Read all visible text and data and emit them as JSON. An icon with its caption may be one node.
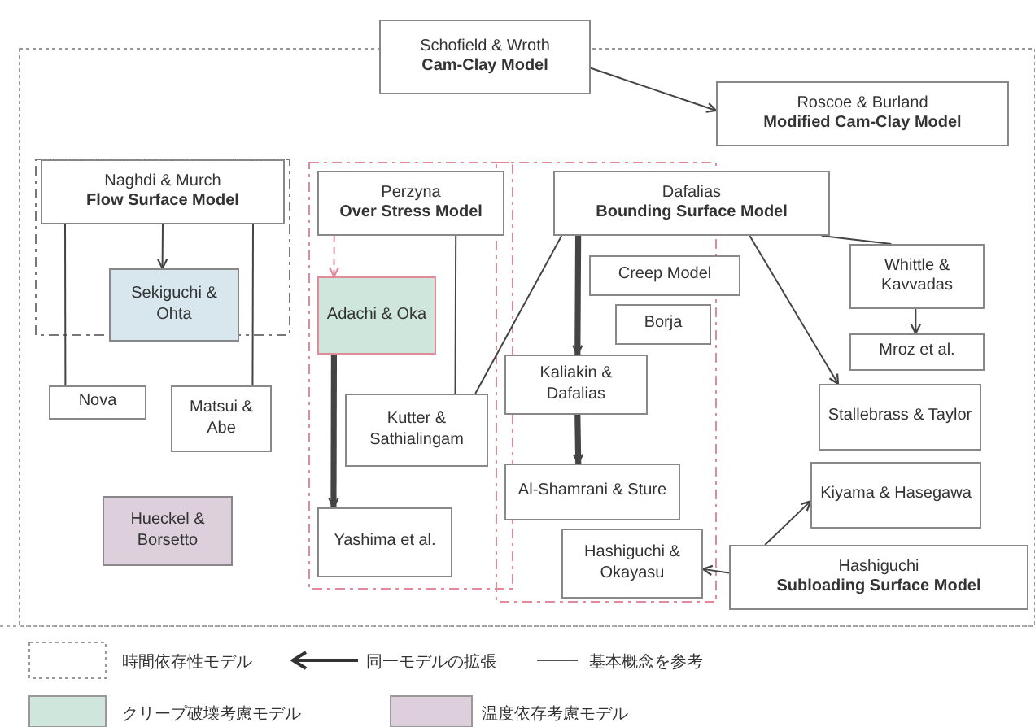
{
  "diagram": {
    "nodes": [
      {
        "text": [
          "Schofield & Wroth",
          "Cam-Clay Model"
        ]
      },
      {
        "text": [
          "Roscoe & Burland",
          "Modified Cam-Clay Model"
        ]
      },
      {
        "text": [
          "Naghdi & Murch",
          "Flow Surface Model"
        ]
      },
      {
        "text": [
          "Sekiguchi & Ohta"
        ]
      },
      {
        "text": [
          "Nova"
        ]
      },
      {
        "text": [
          "Matsui & Abe"
        ]
      },
      {
        "text": [
          "Hueckel & Borsetto"
        ]
      },
      {
        "text": [
          "Perzyna",
          "Over Stress Model"
        ]
      },
      {
        "text": [
          "Adachi & Oka"
        ]
      },
      {
        "text": [
          "Kutter & Sathialingam"
        ]
      },
      {
        "text": [
          "Yashima et al."
        ]
      },
      {
        "text": [
          "Dafalias",
          "Bounding Surface Model"
        ]
      },
      {
        "text": [
          "Creep Model"
        ]
      },
      {
        "text": [
          "Borja"
        ]
      },
      {
        "text": [
          "Kaliakin & Dafalias"
        ]
      },
      {
        "text": [
          "Al-Shamrani & Sture"
        ]
      },
      {
        "text": [
          "Hashiguchi & Okayasu"
        ]
      },
      {
        "text": [
          "Whittle & Kavvadas"
        ]
      },
      {
        "text": [
          "Mroz et al."
        ]
      },
      {
        "text": [
          "Stallebrass & Taylor"
        ]
      },
      {
        "text": [
          "Kiyama & Hasegawa"
        ]
      },
      {
        "text": [
          "Hashiguchi",
          "Subloading Surface Model"
        ]
      }
    ],
    "edges": [
      {
        "from": 0,
        "to": 1,
        "arrow": "to"
      },
      {
        "from": 2,
        "to": 3,
        "arrow": "to"
      },
      {
        "from": 2,
        "to": 4,
        "arrow": "none"
      },
      {
        "from": 2,
        "to": 5,
        "arrow": "none"
      },
      {
        "from": 7,
        "to": 8,
        "arrow": "to",
        "style": "dashed",
        "color": "#e08a9a"
      },
      {
        "from": 8,
        "to": 10,
        "arrow": "to",
        "style": "thick"
      },
      {
        "from": 7,
        "to": 9,
        "arrow": "none"
      },
      {
        "from": 11,
        "to": 9,
        "arrow": "none"
      },
      {
        "from": 11,
        "to": 14,
        "arrow": "to",
        "style": "thick"
      },
      {
        "from": 14,
        "to": 15,
        "arrow": "to",
        "style": "thick"
      },
      {
        "from": 11,
        "to": 17,
        "arrow": "none"
      },
      {
        "from": 17,
        "to": 18,
        "arrow": "to"
      },
      {
        "from": 11,
        "to": 19,
        "arrow": "to"
      },
      {
        "from": 21,
        "to": 20,
        "arrow": "to"
      },
      {
        "from": 21,
        "to": 16,
        "arrow": "to"
      }
    ],
    "legend": [
      {
        "text": "時間依存性モデル"
      },
      {
        "text": "同一モデルの拡張"
      },
      {
        "text": "基本概念を参考"
      },
      {
        "text": "クリープ破壊考慮モデル",
        "color": "#cfe6dc"
      },
      {
        "text": "温度依存考慮モデル",
        "color": "#ddd0dc"
      }
    ]
  }
}
